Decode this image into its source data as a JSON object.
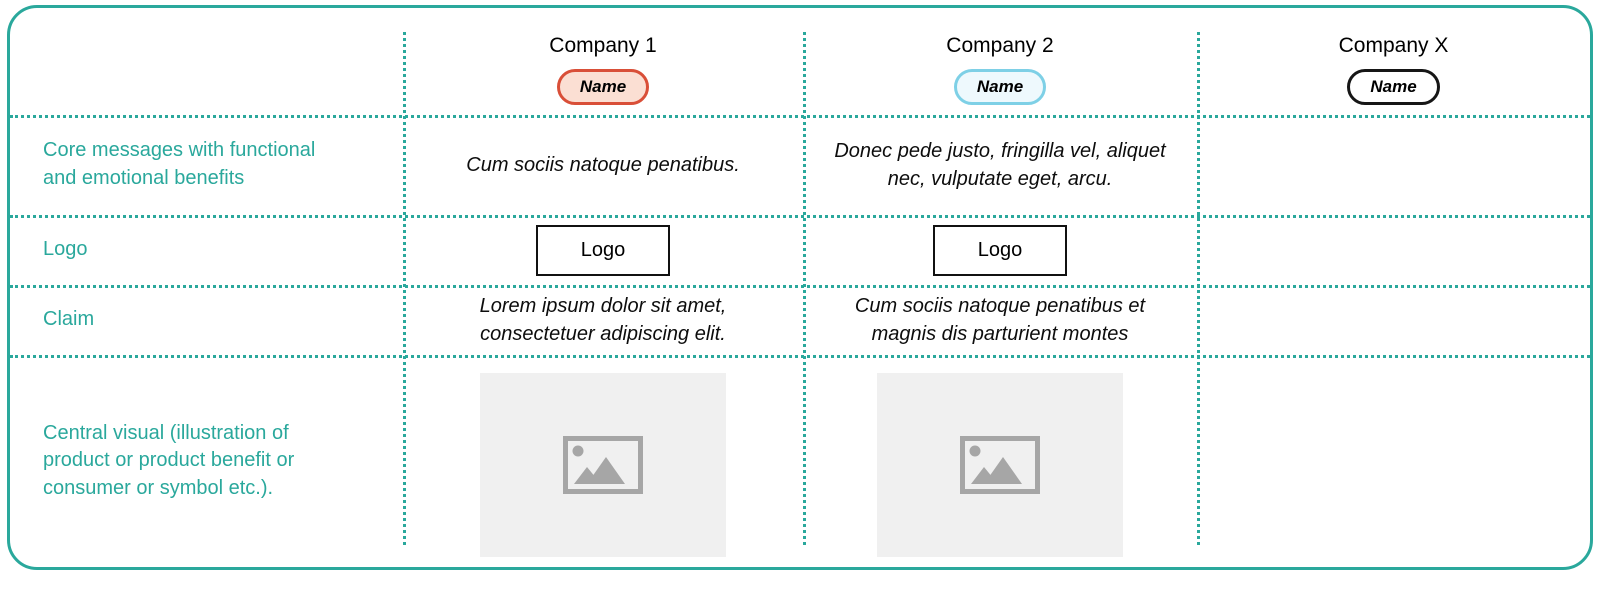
{
  "accent_color": "#2aa89c",
  "header": {
    "columns": [
      {
        "label": "Company 1",
        "badge": "Name",
        "badge_border": "#d94f38",
        "badge_fill": "#fbdfd3"
      },
      {
        "label": "Company 2",
        "badge": "Name",
        "badge_border": "#7ed0e6",
        "badge_fill": "#eef9fd"
      },
      {
        "label": "Company X",
        "badge": "Name",
        "badge_border": "#161616",
        "badge_fill": "#ffffff"
      }
    ]
  },
  "rows": [
    {
      "label": "Core messages with functional and emotional benefits",
      "cells": [
        "Cum sociis natoque penatibus.",
        "Donec pede justo, fringilla vel, aliquet nec, vulputate eget, arcu.",
        ""
      ]
    },
    {
      "label": "Logo",
      "cells": [
        "Logo",
        "Logo",
        ""
      ]
    },
    {
      "label": "Claim",
      "cells": [
        "Lorem ipsum dolor sit amet, consectetuer adipiscing elit.",
        "Cum sociis natoque penatibus et magnis dis parturient montes",
        ""
      ]
    }
  ],
  "visual_row": {
    "label": "Central visual (illustration of product or product benefit or consumer or symbol etc.).",
    "placeholders": [
      "image-placeholder-icon",
      "image-placeholder-icon",
      null
    ],
    "placeholder_bg": "#f0f0f0",
    "placeholder_icon_color": "#a6a6a6"
  }
}
